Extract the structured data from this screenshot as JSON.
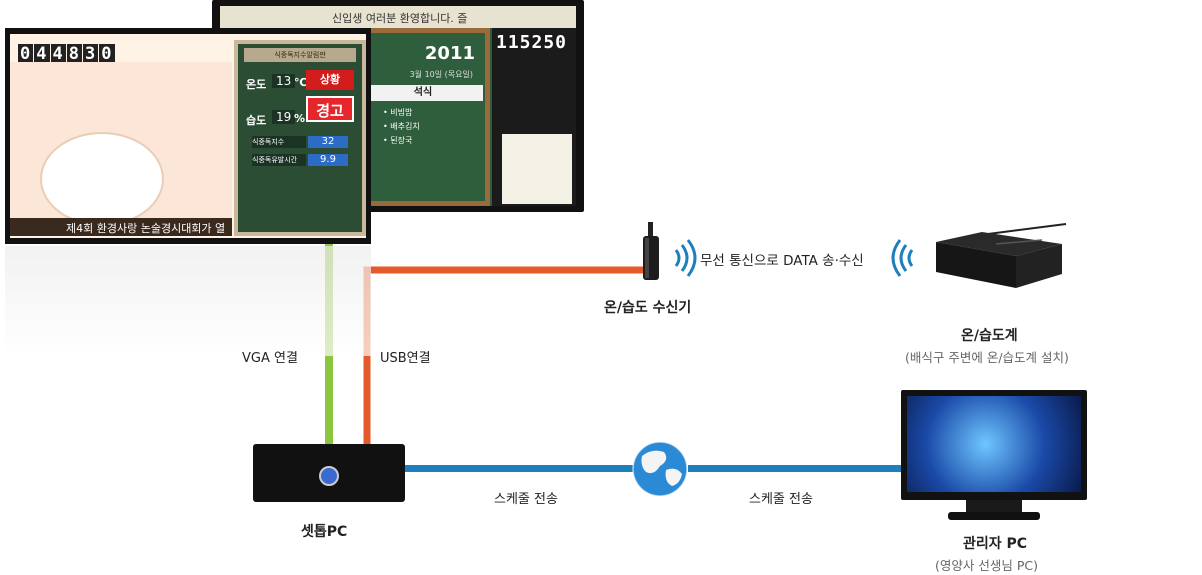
{
  "colors": {
    "vga": "#8cc63f",
    "usb": "#e55a2b",
    "net": "#1e7fbe"
  },
  "back_monitor": {
    "header": "신입생 여러분 환영합니다. 즐",
    "clock": "115250",
    "year": "2011",
    "date": "3월 10일 (목요일)",
    "meal_label": "석식",
    "menu": [
      "• 비빔밥",
      "• 배추김치",
      "• 된장국"
    ]
  },
  "front_monitor": {
    "clock_digits": [
      "0",
      "4",
      "4",
      "8",
      "3",
      "0"
    ],
    "board_title": "식중독지수알림판",
    "temp_label": "온도",
    "temp_value": "13",
    "temp_unit": "℃",
    "hum_label": "습도",
    "hum_value": "19",
    "hum_unit": "%",
    "status_label": "상황",
    "status_value": "경고",
    "index_label": "식중독지수",
    "index_value": "32",
    "time_label": "식중독유발시간",
    "time_value": "9.9",
    "ticker": "제4회 환경사랑 논술경시대회가 열"
  },
  "labels": {
    "receiver": "온/습도 수신기",
    "wireless": "무선 통신으로 DATA 송·수신",
    "sensor_title": "온/습도계",
    "sensor_sub": "(배식구 주변에 온/습도계 설치)",
    "vga": "VGA 연결",
    "usb": "USB연결",
    "schedule_left": "스케줄 전송",
    "schedule_right": "스케줄 전송",
    "settop": "셋톱PC",
    "admin_title": "관리자 PC",
    "admin_sub": "(영양사 선생님 PC)"
  }
}
